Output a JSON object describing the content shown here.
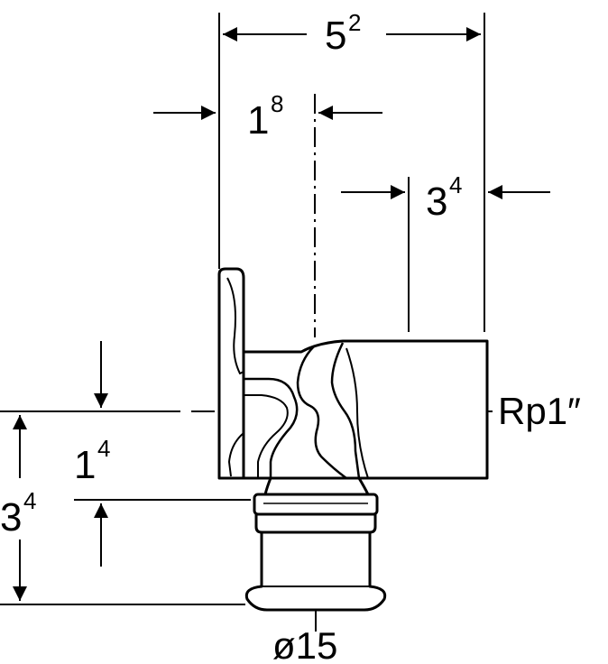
{
  "dimensions": {
    "overall_width": {
      "base": "5",
      "sup": "2"
    },
    "flange_offset": {
      "base": "1",
      "sup": "8"
    },
    "socket_length": {
      "base": "3",
      "sup": "4"
    },
    "upper_height": {
      "base": "1",
      "sup": "4"
    },
    "total_height": {
      "base": "3",
      "sup": "4"
    }
  },
  "labels": {
    "thread": "Rp1″",
    "pipe_diameter": "ø15"
  },
  "colors": {
    "line": "#000000",
    "background": "#ffffff"
  }
}
